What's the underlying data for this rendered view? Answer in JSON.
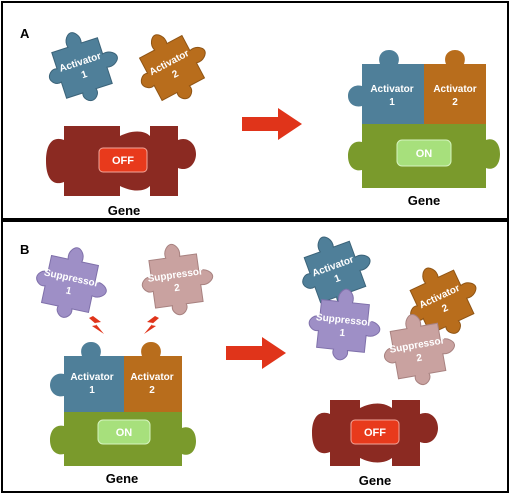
{
  "panels": {
    "a": {
      "label": "A"
    },
    "b": {
      "label": "B"
    }
  },
  "pieces": {
    "activator1": {
      "line1": "Activator",
      "line2": "1"
    },
    "activator2": {
      "line1": "Activator",
      "line2": "2"
    },
    "suppressor1": {
      "line1": "Suppressor",
      "line2": "1"
    },
    "suppressor2": {
      "line1": "Suppressor",
      "line2": "2"
    }
  },
  "gene": {
    "label": "Gene",
    "off_label": "OFF",
    "on_label": "ON"
  },
  "colors": {
    "activator1": "#4f7f99",
    "activator2": "#b86d1c",
    "suppressor1": "#9e8fc6",
    "suppressor2": "#c9a2a0",
    "gene_off": "#8b2a22",
    "gene_on": "#7a9a2c",
    "off_button": "#e83a1c",
    "on_button": "#a7e07c",
    "arrow": "#e0341a",
    "lightning": "#e0341a"
  },
  "icons": {
    "arrow": "right-arrow-icon",
    "lightning": "lightning-bolt-icon"
  }
}
